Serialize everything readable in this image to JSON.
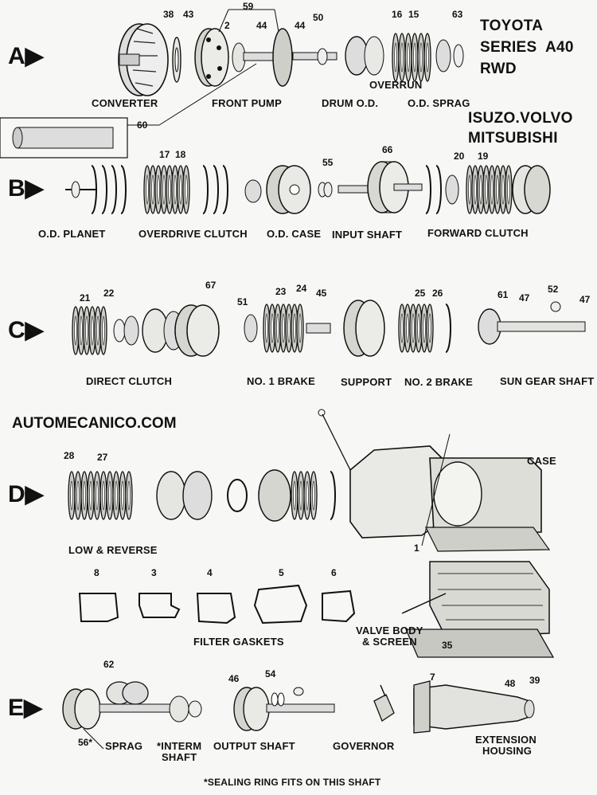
{
  "header": {
    "brand_line1": "TOYOTA",
    "brand_line2": "SERIES  A40",
    "brand_line3": "RWD",
    "also_line1": "ISUZO.VOLVO",
    "also_line2": "MITSUBISHI"
  },
  "website": "AUTOMECANICO.COM",
  "footnote": "*SEALING RING FITS ON THIS SHAFT",
  "rows": {
    "A": {
      "marker": "A▶",
      "labels": [
        "CONVERTER",
        "FRONT PUMP",
        "DRUM O.D.",
        "OVERRUN",
        "O.D. SPRAG"
      ],
      "numbers": [
        "38",
        "43",
        "2",
        "59",
        "44",
        "44",
        "50",
        "16",
        "15",
        "63",
        "60"
      ]
    },
    "B": {
      "marker": "B▶",
      "labels": [
        "O.D. PLANET",
        "OVERDRIVE CLUTCH",
        "O.D. CASE",
        "INPUT SHAFT",
        "FORWARD CLUTCH"
      ],
      "numbers": [
        "17",
        "18",
        "55",
        "66",
        "20",
        "19"
      ]
    },
    "C": {
      "marker": "C▶",
      "labels": [
        "DIRECT CLUTCH",
        "NO. 1 BRAKE",
        "SUPPORT",
        "NO. 2 BRAKE",
        "SUN GEAR SHAFT"
      ],
      "numbers": [
        "21",
        "22",
        "67",
        "51",
        "23",
        "24",
        "45",
        "25",
        "26",
        "61",
        "47",
        "52",
        "47"
      ]
    },
    "D": {
      "marker": "D▶",
      "labels": [
        "LOW & REVERSE",
        "CASE",
        "FILTER GASKETS",
        "VALVE BODY",
        "& SCREEN"
      ],
      "numbers": [
        "28",
        "27",
        "1",
        "8",
        "3",
        "4",
        "5",
        "6",
        "35"
      ]
    },
    "E": {
      "marker": "E▶",
      "labels": [
        "SPRAG",
        "*INTERM",
        "SHAFT",
        "OUTPUT SHAFT",
        "GOVERNOR",
        "EXTENSION",
        "HOUSING"
      ],
      "numbers": [
        "62",
        "56*",
        "46",
        "54",
        "7",
        "48",
        "39"
      ]
    }
  }
}
